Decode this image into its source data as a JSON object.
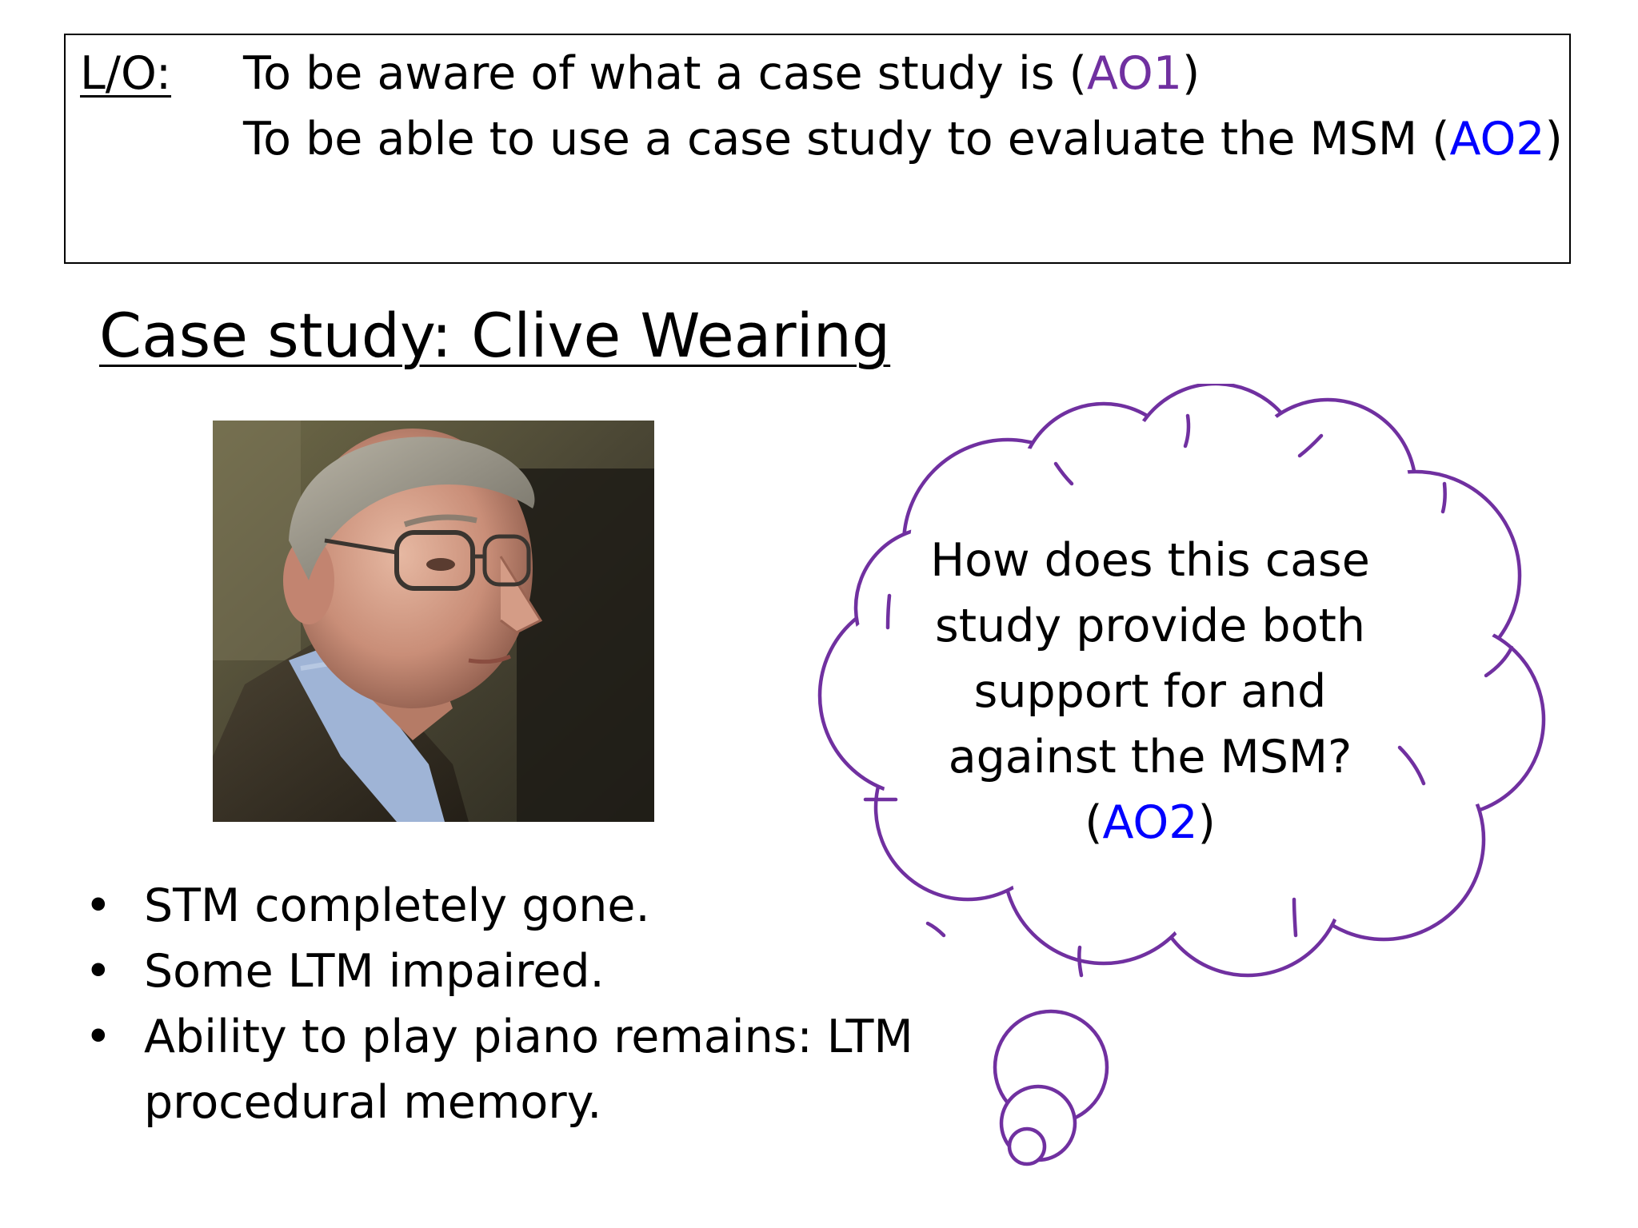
{
  "learning_objectives": {
    "label": "L/O:",
    "items": [
      {
        "text": "To be aware of what a case study is (",
        "tag": "AO1",
        "close": ")"
      },
      {
        "text": "To be able to use a case study to evaluate the MSM (",
        "tag": "AO2",
        "close": ")"
      }
    ]
  },
  "case_study": {
    "title": "Case study: Clive Wearing",
    "bullet_symbol": "•",
    "bullets": [
      "STM completely gone.",
      "Some LTM impaired.",
      "Ability to play piano remains: LTM procedural memory."
    ]
  },
  "thought_bubble": {
    "question": "How does this case study provide both support for and against the MSM?",
    "tag_open": "(",
    "tag": "AO2",
    "tag_close": ")"
  },
  "colors": {
    "ao1": "#7030a0",
    "ao2": "#0000ff",
    "cloud_outline": "#7030a0"
  },
  "icons": {
    "photo": "portrait-photo",
    "cloud": "thought-cloud"
  }
}
